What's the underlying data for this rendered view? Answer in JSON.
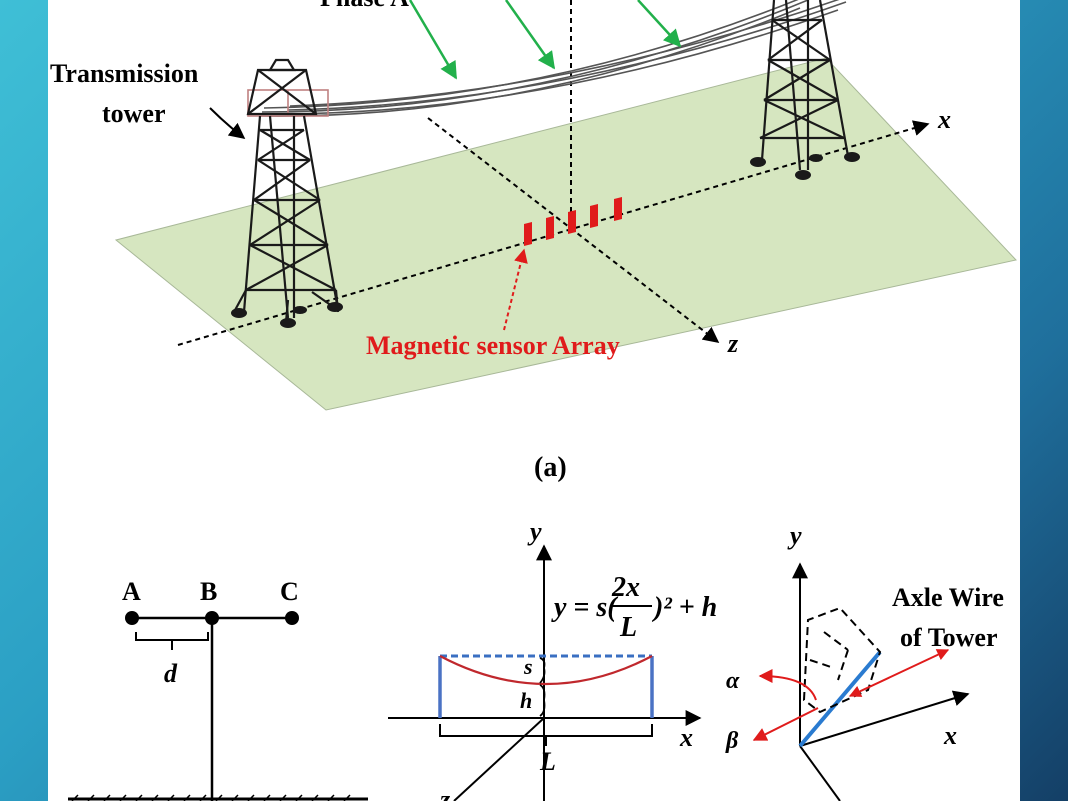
{
  "top": {
    "phase_label": "Phase A",
    "tower_label_line1": "Transmission",
    "tower_label_line2": "tower",
    "sensor_label": "Magnetic sensor Array",
    "axis_x": "x",
    "axis_z": "z",
    "caption": "(a)"
  },
  "bottom_left": {
    "label_a": "A",
    "label_b": "B",
    "label_c": "C",
    "label_d": "d"
  },
  "bottom_mid": {
    "axis_y": "y",
    "axis_x": "x",
    "eq_lhs": "y = s(",
    "eq_num": "2x",
    "eq_den": "L",
    "eq_rhs": ")² + h",
    "label_s": "s",
    "label_h": "h",
    "label_L": "L",
    "label_z": "z"
  },
  "bottom_right": {
    "axis_y": "y",
    "axis_x": "x",
    "alpha": "α",
    "beta": "β",
    "axle_line1": "Axle Wire",
    "axle_line2": "of Tower"
  },
  "colors": {
    "ground": "#d6e6c0",
    "ground_stroke": "#a8b898",
    "arrow_green": "#22b04b",
    "sensor_red": "#e01b1b",
    "curve_red": "#c0282d",
    "dash_blue": "#3a6fc2",
    "axle_blue": "#2a7bd0",
    "frame_blue": "#4a72c4"
  }
}
